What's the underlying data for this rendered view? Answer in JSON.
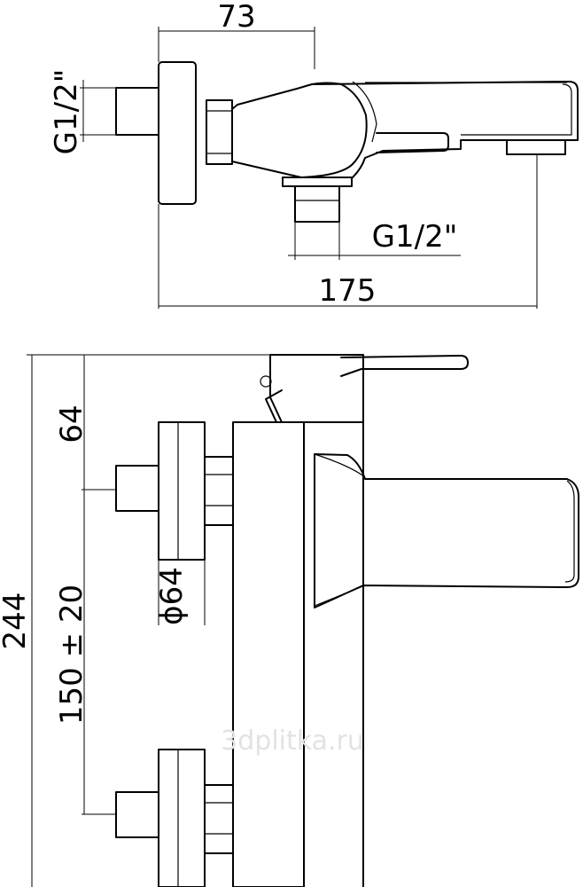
{
  "dimensions": {
    "top_width": "73",
    "left_thread": "G1/2\"",
    "bottom_thread": "G1/2\"",
    "overall_length": "175",
    "upper_height": "64",
    "total_height": "244",
    "flange_diameter": "ϕ64",
    "center_distance": "150 ± 20"
  },
  "watermark": "3dplitka.ru"
}
